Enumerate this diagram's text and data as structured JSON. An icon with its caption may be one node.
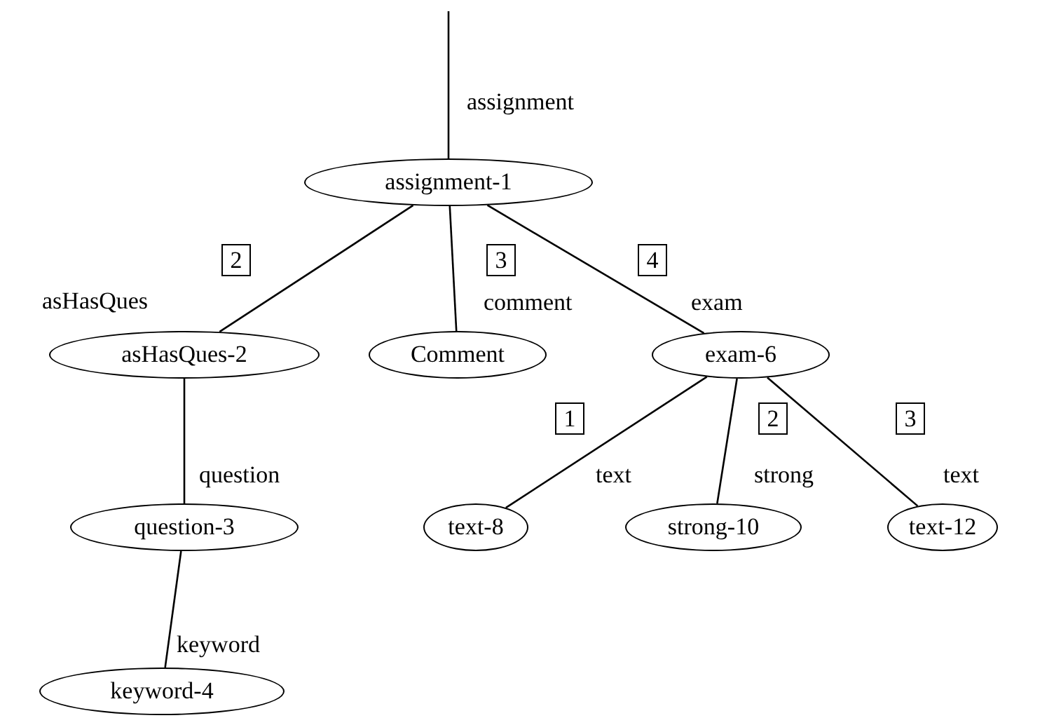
{
  "diagram": {
    "nodes": [
      {
        "text": [
          "assignment-1"
        ]
      },
      {
        "text": [
          "asHasQues-2"
        ]
      },
      {
        "text": [
          "Comment"
        ]
      },
      {
        "text": [
          "exam-6"
        ]
      },
      {
        "text": [
          "question-3"
        ]
      },
      {
        "text": [
          "text-8"
        ]
      },
      {
        "text": [
          "strong-10"
        ]
      },
      {
        "text": [
          "text-12"
        ]
      },
      {
        "text": [
          "keyword-4"
        ]
      }
    ],
    "edges": [
      {
        "from": null,
        "to": 0,
        "arrow": "none",
        "label": "assignment"
      },
      {
        "from": 0,
        "to": 1,
        "arrow": "none",
        "label": "asHasQues"
      },
      {
        "from": 0,
        "to": 2,
        "arrow": "none",
        "label": "comment"
      },
      {
        "from": 0,
        "to": 3,
        "arrow": "none",
        "label": "exam"
      },
      {
        "from": 1,
        "to": 4,
        "arrow": "none",
        "label": "question"
      },
      {
        "from": 3,
        "to": 5,
        "arrow": "none",
        "label": "text"
      },
      {
        "from": 3,
        "to": 6,
        "arrow": "none",
        "label": "strong"
      },
      {
        "from": 3,
        "to": 7,
        "arrow": "none",
        "label": "text"
      },
      {
        "from": 4,
        "to": 8,
        "arrow": "none",
        "label": "keyword"
      }
    ],
    "labels": [
      "2",
      "3",
      "4",
      "1",
      "2",
      "3"
    ]
  }
}
